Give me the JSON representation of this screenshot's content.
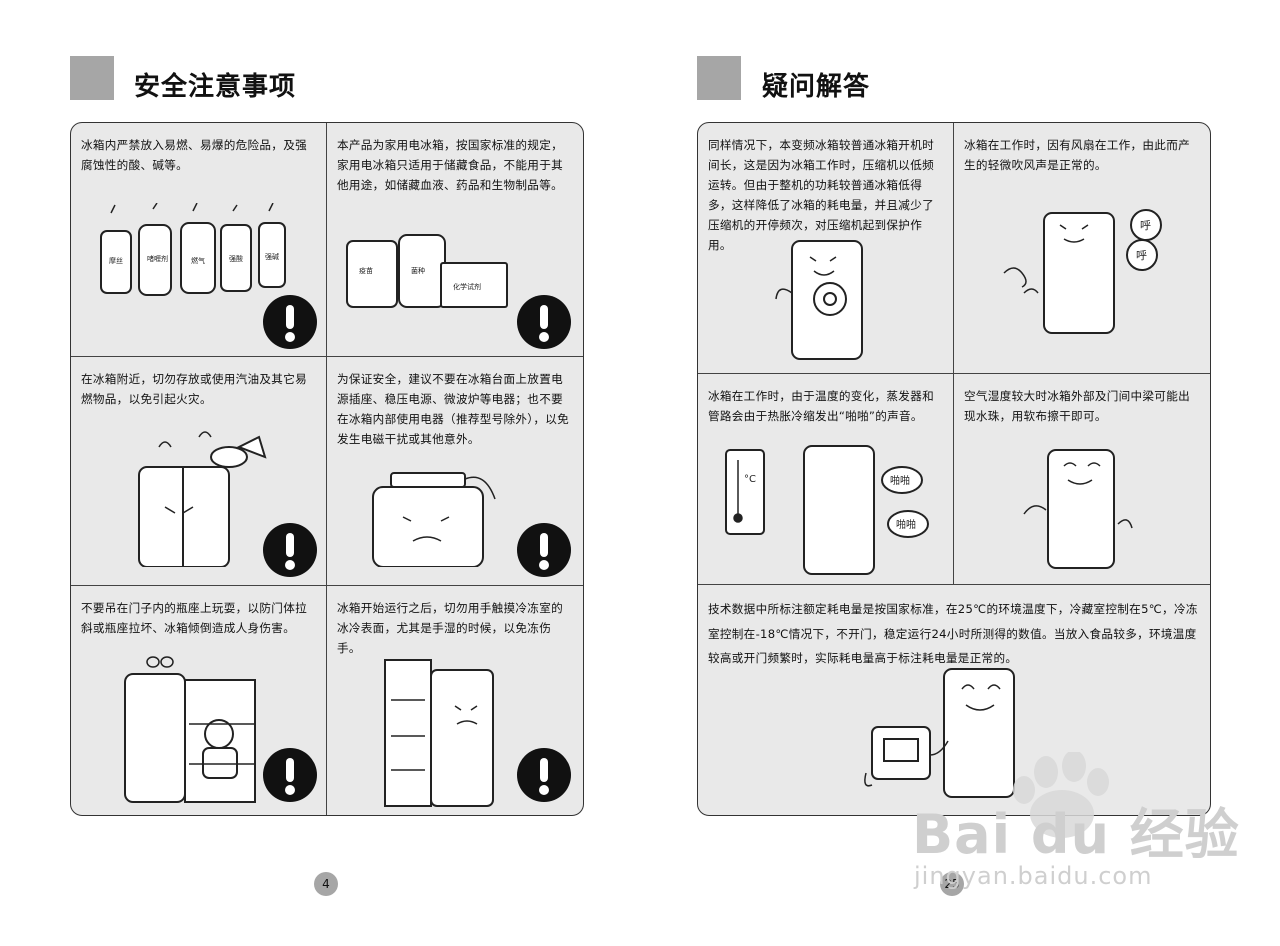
{
  "left_page": {
    "title": "安全注意事项",
    "page_number": "4",
    "cells": [
      {
        "text": "冰箱内严禁放入易燃、易爆的危险品，及强腐蚀性的酸、碱等。",
        "labels": [
          "摩丝",
          "啫喱剂",
          "燃气",
          "强酸",
          "强碱"
        ]
      },
      {
        "text": "本产品为家用电冰箱，按国家标准的规定，家用电冰箱只适用于储藏食品，不能用于其他用途，如储藏血液、药品和生物制品等。",
        "labels": [
          "疫苗",
          "菌种",
          "化学试剂"
        ]
      },
      {
        "text": "在冰箱附近，切勿存放或使用汽油及其它易燃物品，以免引起火灾。"
      },
      {
        "text": "为保证安全，建议不要在冰箱台面上放置电源插座、稳压电源、微波炉等电器；也不要在冰箱内部使用电器（推荐型号除外），以免发生电磁干扰或其他意外。"
      },
      {
        "text": "不要吊在门子内的瓶座上玩耍，以防门体拉斜或瓶座拉坏、冰箱倾倒造成人身伤害。"
      },
      {
        "text": "冰箱开始运行之后，切勿用手触摸冷冻室的冰冷表面，尤其是手湿的时候，以免冻伤手。"
      }
    ]
  },
  "right_page": {
    "title": "疑问解答",
    "page_number": "25",
    "cells": [
      {
        "text": "同样情况下，本变频冰箱较普通冰箱开机时间长，这是因为冰箱工作时，压缩机以低频运转。但由于整机的功耗较普通冰箱低得多，这样降低了冰箱的耗电量，并且减少了压缩机的开停频次，对压缩机起到保护作用。"
      },
      {
        "text": "冰箱在工作时，因有风扇在工作，由此而产生的轻微吹风声是正常的。",
        "bubbles": [
          "呼",
          "呼"
        ]
      },
      {
        "text": "冰箱在工作时，由于温度的变化，蒸发器和管路会由于热胀冷缩发出“啪啪”的声音。",
        "bubbles": [
          "啪啪",
          "啪啪"
        ],
        "thermo_label": "°C"
      },
      {
        "text": "空气湿度较大时冰箱外部及门间中梁可能出现水珠，用软布擦干即可。"
      },
      {
        "text": "技术数据中所标注额定耗电量是按国家标准，在25℃的环境温度下，冷藏室控制在5℃，冷冻室控制在-18℃情况下，不开门，稳定运行24小时所测得的数值。当放入食品较多，环境温度较高或开门频繁时，实际耗电量高于标注耗电量是正常的。"
      }
    ]
  },
  "watermark": {
    "main": "Bai du 经验",
    "sub": "jingyan.baidu.com"
  },
  "colors": {
    "panel_bg": "#e9e9e9",
    "title_block": "#a6a6a6",
    "warning": "#111111"
  }
}
